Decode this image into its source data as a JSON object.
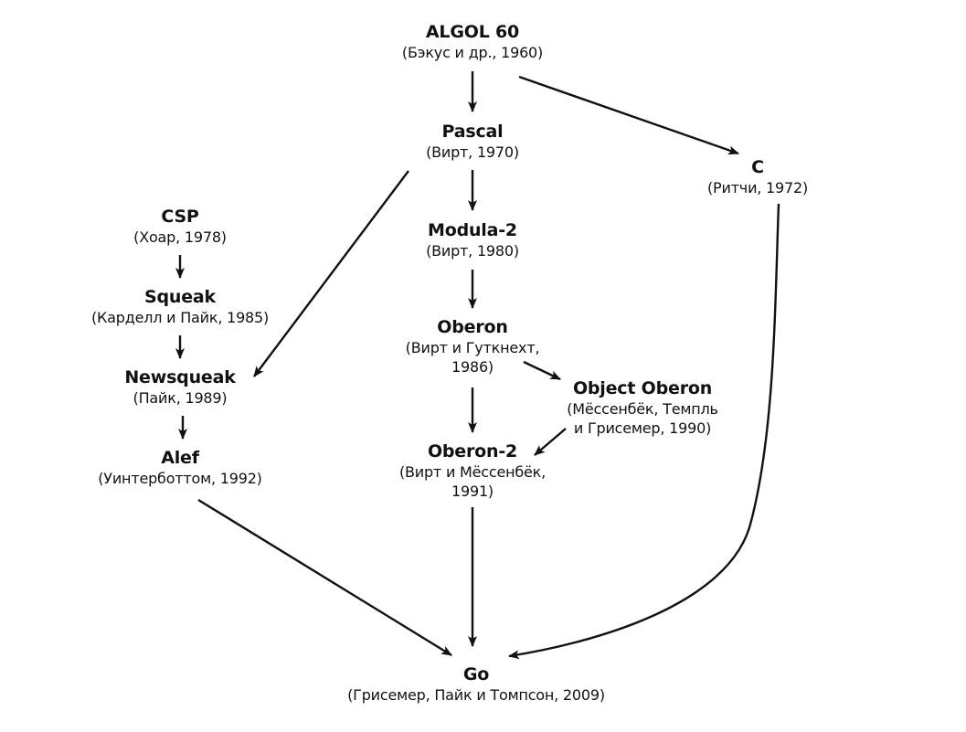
{
  "nodes": {
    "algol60": {
      "title": "ALGOL 60",
      "sub": [
        "(Бэкус и др., 1960)"
      ]
    },
    "pascal": {
      "title": "Pascal",
      "sub": [
        "(Вирт, 1970)"
      ]
    },
    "c": {
      "title": "C",
      "sub": [
        "(Ритчи, 1972)"
      ]
    },
    "csp": {
      "title": "CSP",
      "sub": [
        "(Хоар, 1978)"
      ]
    },
    "modula2": {
      "title": "Modula-2",
      "sub": [
        "(Вирт, 1980)"
      ]
    },
    "squeak": {
      "title": "Squeak",
      "sub": [
        "(Карделл и Пайк, 1985)"
      ]
    },
    "oberon": {
      "title": "Oberon",
      "sub": [
        "(Вирт и Гуткнехт,",
        "1986)"
      ]
    },
    "newsqueak": {
      "title": "Newsqueak",
      "sub": [
        "(Пайк, 1989)"
      ]
    },
    "objectoberon": {
      "title": "Object Oberon",
      "sub": [
        "(Мёссенбёк, Темпль",
        "и Грисемер, 1990)"
      ]
    },
    "oberon2": {
      "title": "Oberon-2",
      "sub": [
        "(Вирт и Мёссенбёк,",
        "1991)"
      ]
    },
    "alef": {
      "title": "Alef",
      "sub": [
        "(Уинтерботтом, 1992)"
      ]
    },
    "go": {
      "title": "Go",
      "sub": [
        "(Грисемер, Пайк и Томпсон, 2009)"
      ]
    }
  },
  "edges": [
    {
      "from": "algol60",
      "to": "pascal"
    },
    {
      "from": "algol60",
      "to": "c"
    },
    {
      "from": "pascal",
      "to": "modula2"
    },
    {
      "from": "pascal",
      "to": "newsqueak"
    },
    {
      "from": "modula2",
      "to": "oberon"
    },
    {
      "from": "csp",
      "to": "squeak"
    },
    {
      "from": "squeak",
      "to": "newsqueak"
    },
    {
      "from": "newsqueak",
      "to": "alef"
    },
    {
      "from": "oberon",
      "to": "objectoberon"
    },
    {
      "from": "oberon",
      "to": "oberon2"
    },
    {
      "from": "objectoberon",
      "to": "oberon2"
    },
    {
      "from": "oberon2",
      "to": "go"
    },
    {
      "from": "alef",
      "to": "go"
    },
    {
      "from": "c",
      "to": "go"
    }
  ]
}
